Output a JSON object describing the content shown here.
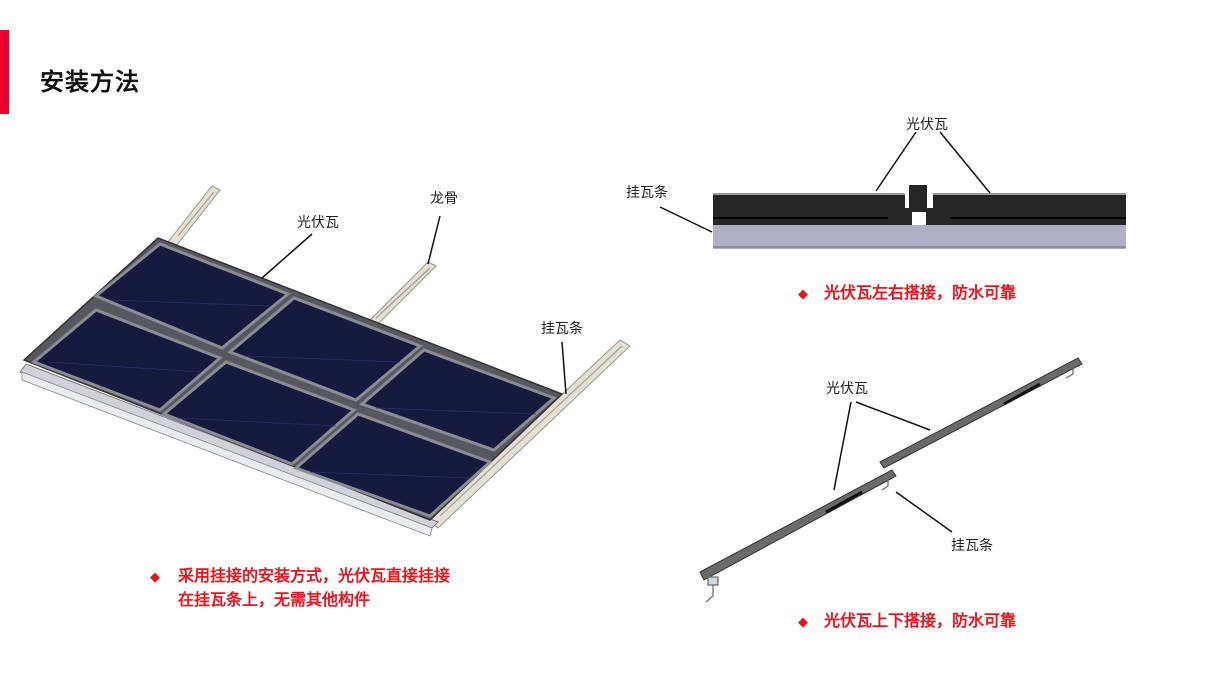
{
  "page": {
    "title": "安装方法",
    "accent_color": "#e8002d",
    "note_color": "#e8141e"
  },
  "figure_left": {
    "labels": {
      "pv_tile": "光伏瓦",
      "keel": "龙骨",
      "batten": "挂瓦条"
    },
    "note": {
      "bullet": "◆",
      "line1": "采用挂接的安装方式，光伏瓦直接挂接",
      "line2": "在挂瓦条上，无需其他构件"
    }
  },
  "figure_top_right": {
    "labels": {
      "pv_tile": "光伏瓦",
      "batten": "挂瓦条"
    },
    "note": {
      "bullet": "◆",
      "text": "光伏瓦左右搭接，防水可靠"
    }
  },
  "figure_bottom_right": {
    "labels": {
      "pv_tile": "光伏瓦",
      "batten": "挂瓦条"
    },
    "note": {
      "bullet": "◆",
      "text": "光伏瓦上下搭接，防水可靠"
    }
  }
}
